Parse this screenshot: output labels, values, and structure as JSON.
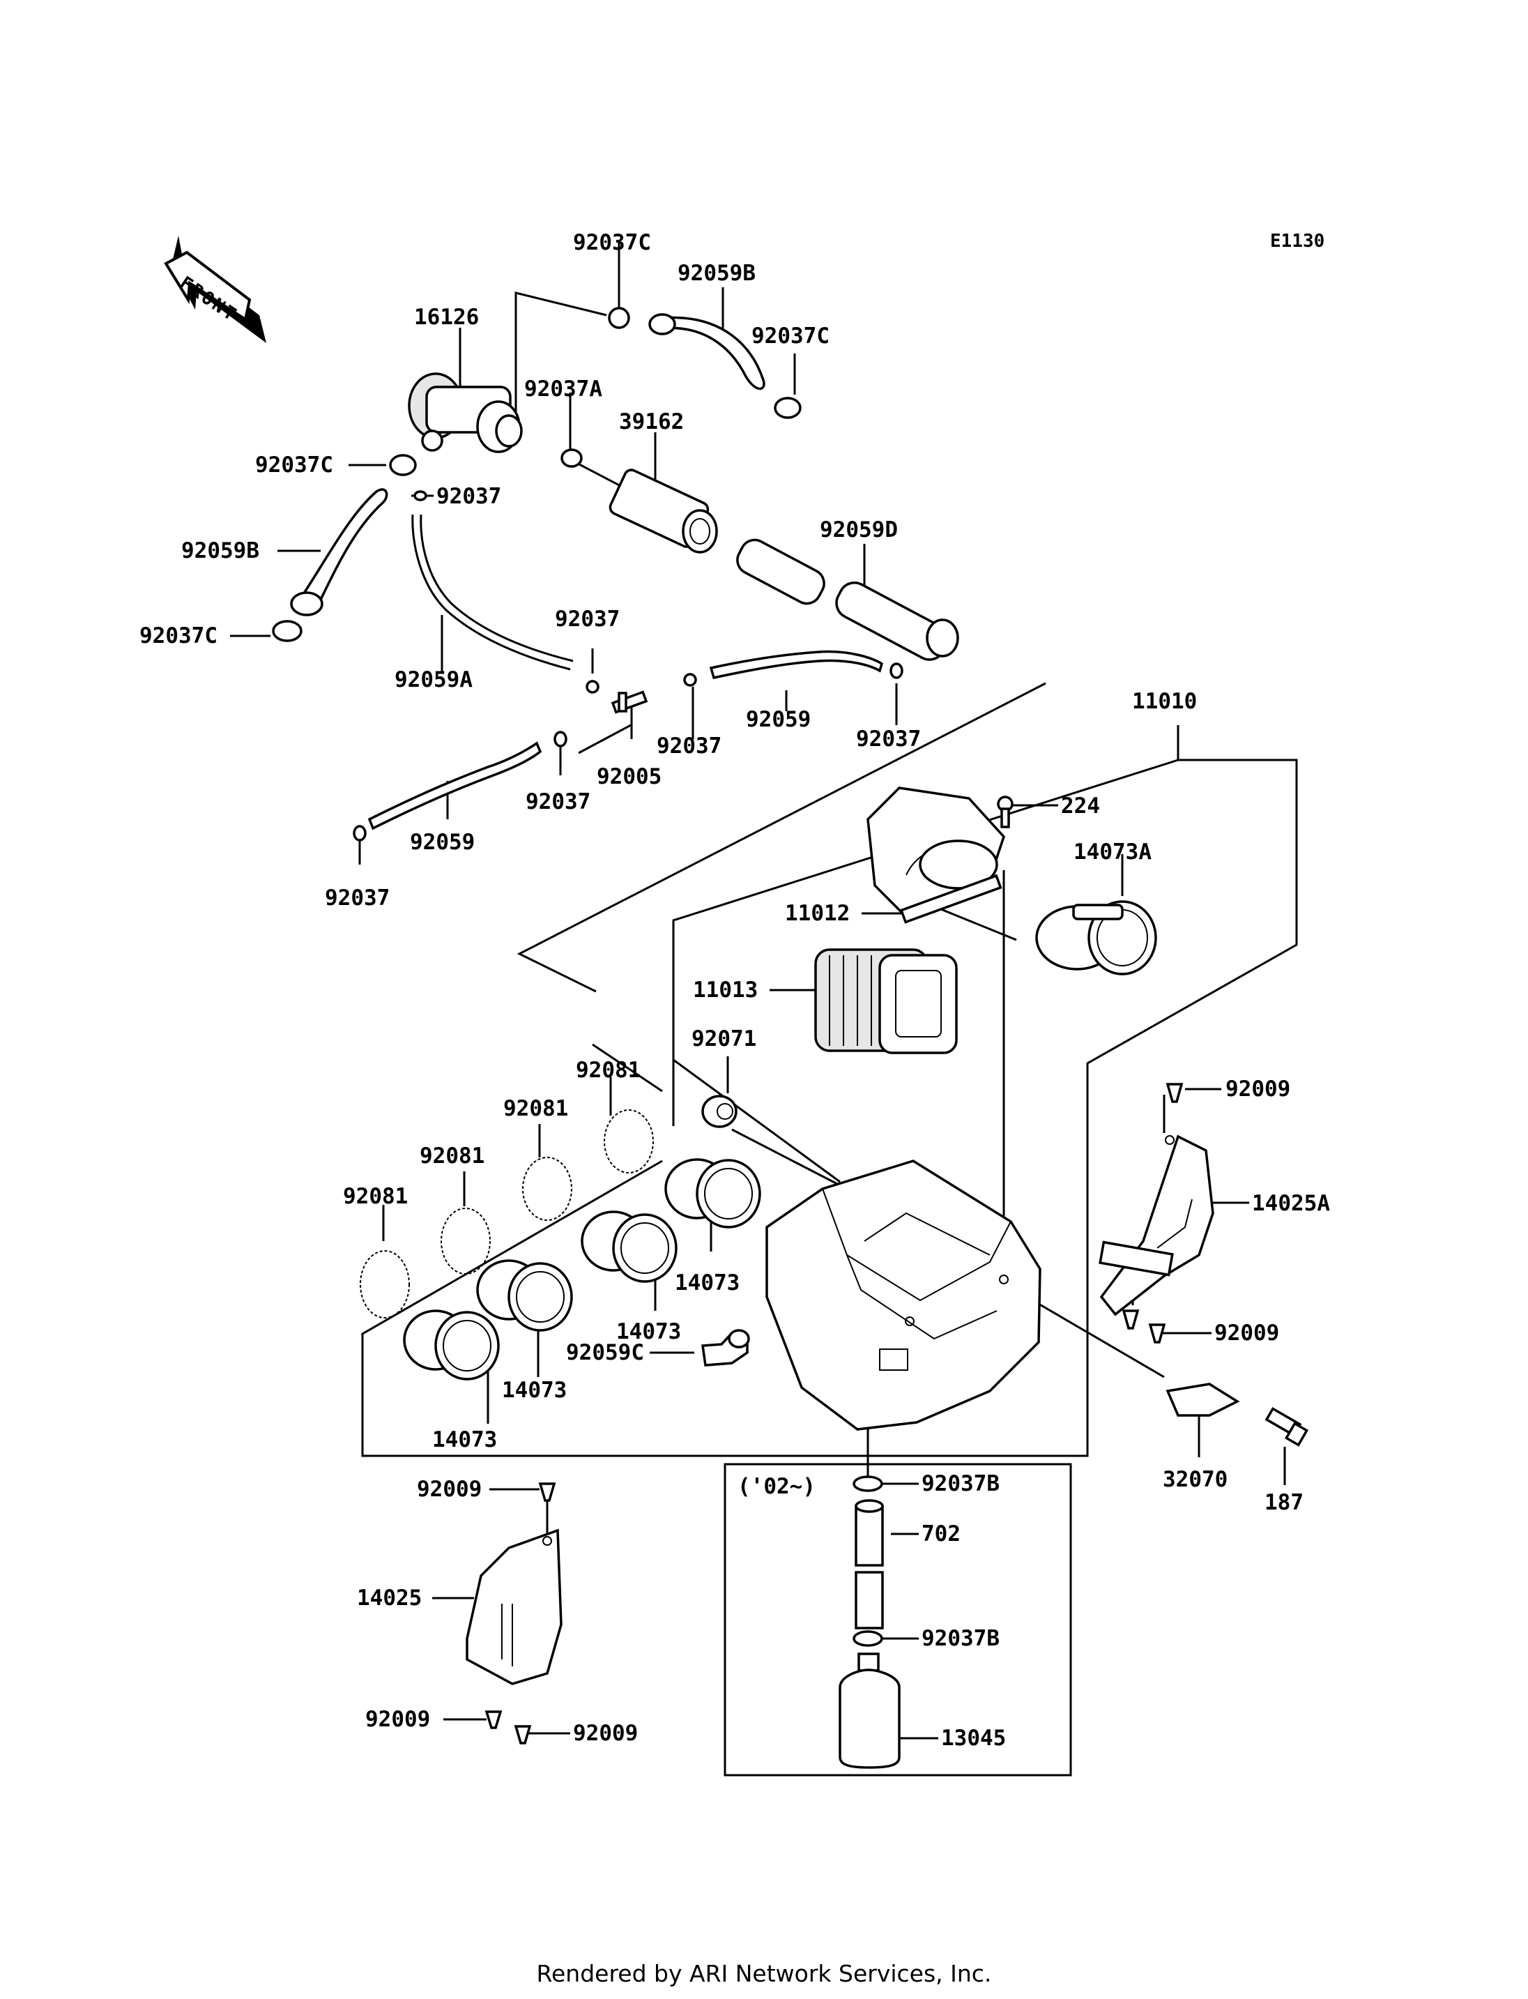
{
  "diagram": {
    "code": "E1130",
    "front_label": "FRONT",
    "footer": "Rendered by ARI Network Services, Inc.",
    "variant_note": "('02~)",
    "labels": {
      "p92037C_top": "92037C",
      "p92059B_top": "92059B",
      "p92037C_right": "92037C",
      "p16126": "16126",
      "p92037A": "92037A",
      "p39162": "39162",
      "p92037C_left": "92037C",
      "p92037_a": "92037",
      "p92059B_left": "92059B",
      "p92059D": "92059D",
      "p92037C_bottom": "92037C",
      "p92059A": "92059A",
      "p92037_b": "92037",
      "p92037_c": "92037",
      "p92059_a": "92059",
      "p92037_d": "92037",
      "p92005": "92005",
      "p92037_e": "92037",
      "p92059_b": "92059",
      "p92037_f": "92037",
      "p11010": "11010",
      "p224": "224",
      "p14073A": "14073A",
      "p11012": "11012",
      "p11013": "11013",
      "p92071": "92071",
      "p92081_a": "92081",
      "p92081_b": "92081",
      "p92081_c": "92081",
      "p92081_d": "92081",
      "p92009_a": "92009",
      "p14025A": "14025A",
      "p92009_b": "92009",
      "p14073_a": "14073",
      "p14073_b": "14073",
      "p92059C": "92059C",
      "p14073_c": "14073",
      "p14073_d": "14073",
      "p32070": "32070",
      "p187": "187",
      "p92037B_a": "92037B",
      "p702": "702",
      "p92037B_b": "92037B",
      "p13045": "13045",
      "p92009_c": "92009",
      "p14025": "14025",
      "p92009_d": "92009",
      "p92009_e": "92009"
    }
  }
}
